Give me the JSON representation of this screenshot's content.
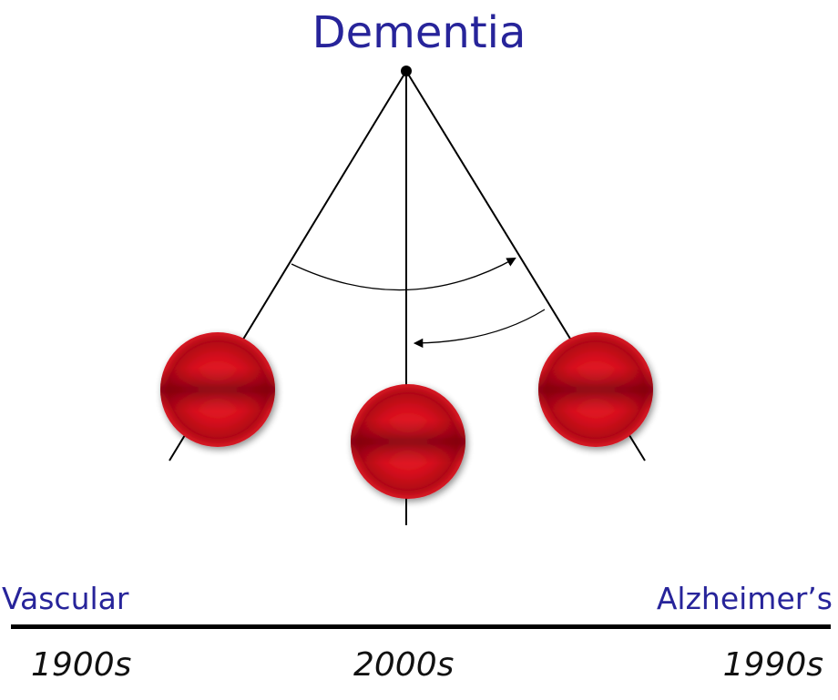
{
  "title": "Dementia",
  "axis": {
    "left_label": "Vascular",
    "right_label": "Alzheimer’s"
  },
  "eras": {
    "left": "1900s",
    "center": "2000s",
    "right": "1990s"
  },
  "colors": {
    "title_text": "#27249a",
    "label_text": "#27249a",
    "bob_red": "#d4101e",
    "bob_dark": "#8a0010",
    "line": "#000000"
  }
}
